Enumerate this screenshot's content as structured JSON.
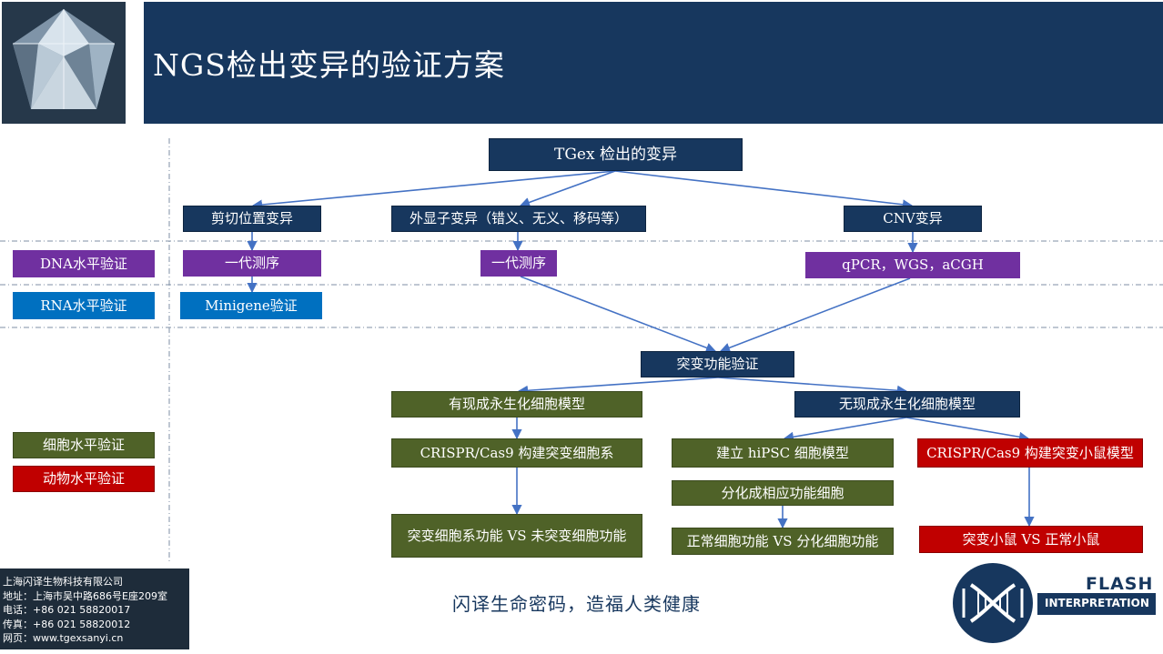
{
  "header": {
    "title": "NGS检出变异的验证方案"
  },
  "diagram": {
    "root": "TGex 检出的变异",
    "cat_splice": "剪切位置变异",
    "cat_exon": "外显子变异（错义、无义、移码等）",
    "cat_cnv": "CNV变异",
    "sanger_1": "一代测序",
    "sanger_2": "一代测序",
    "cnv_methods": "qPCR，WGS，aCGH",
    "minigene": "Minigene验证",
    "func_validation": "突变功能验证",
    "with_model": "有现成永生化细胞模型",
    "without_model": "无现成永生化细胞模型",
    "crispr_cell": "CRISPR/Cas9 构建突变细胞系",
    "ipsc": "建立 hiPSC 细胞模型",
    "crispr_mouse": "CRISPR/Cas9 构建突变小鼠模型",
    "differentiate": "分化成相应功能细胞",
    "compare_cell": "突变细胞系功能 VS 未突变细胞功能",
    "compare_diff": "正常细胞功能 VS 分化细胞功能",
    "compare_mouse": "突变小鼠 VS 正常小鼠"
  },
  "levels": {
    "dna": "DNA水平验证",
    "rna": "RNA水平验证",
    "cell": "细胞水平验证",
    "animal": "动物水平验证"
  },
  "slogan": "闪译生命密码，造福人类健康",
  "company": {
    "name": "上海闪译生物科技有限公司",
    "address": "地址：上海市吴中路686号E座209室",
    "phone": "电话：+86 021 58820017",
    "fax": "传真：+86 021 58820012",
    "web": "网页：www.tgexsanyi.cn"
  },
  "logo": {
    "line1": "FLASH",
    "line2": "INTERPRETATION"
  },
  "colors": {
    "navy": "#17375e",
    "purple": "#7030a0",
    "blue": "#0070c0",
    "green": "#4f6228",
    "red": "#c00000",
    "arrow": "#4472c4"
  }
}
